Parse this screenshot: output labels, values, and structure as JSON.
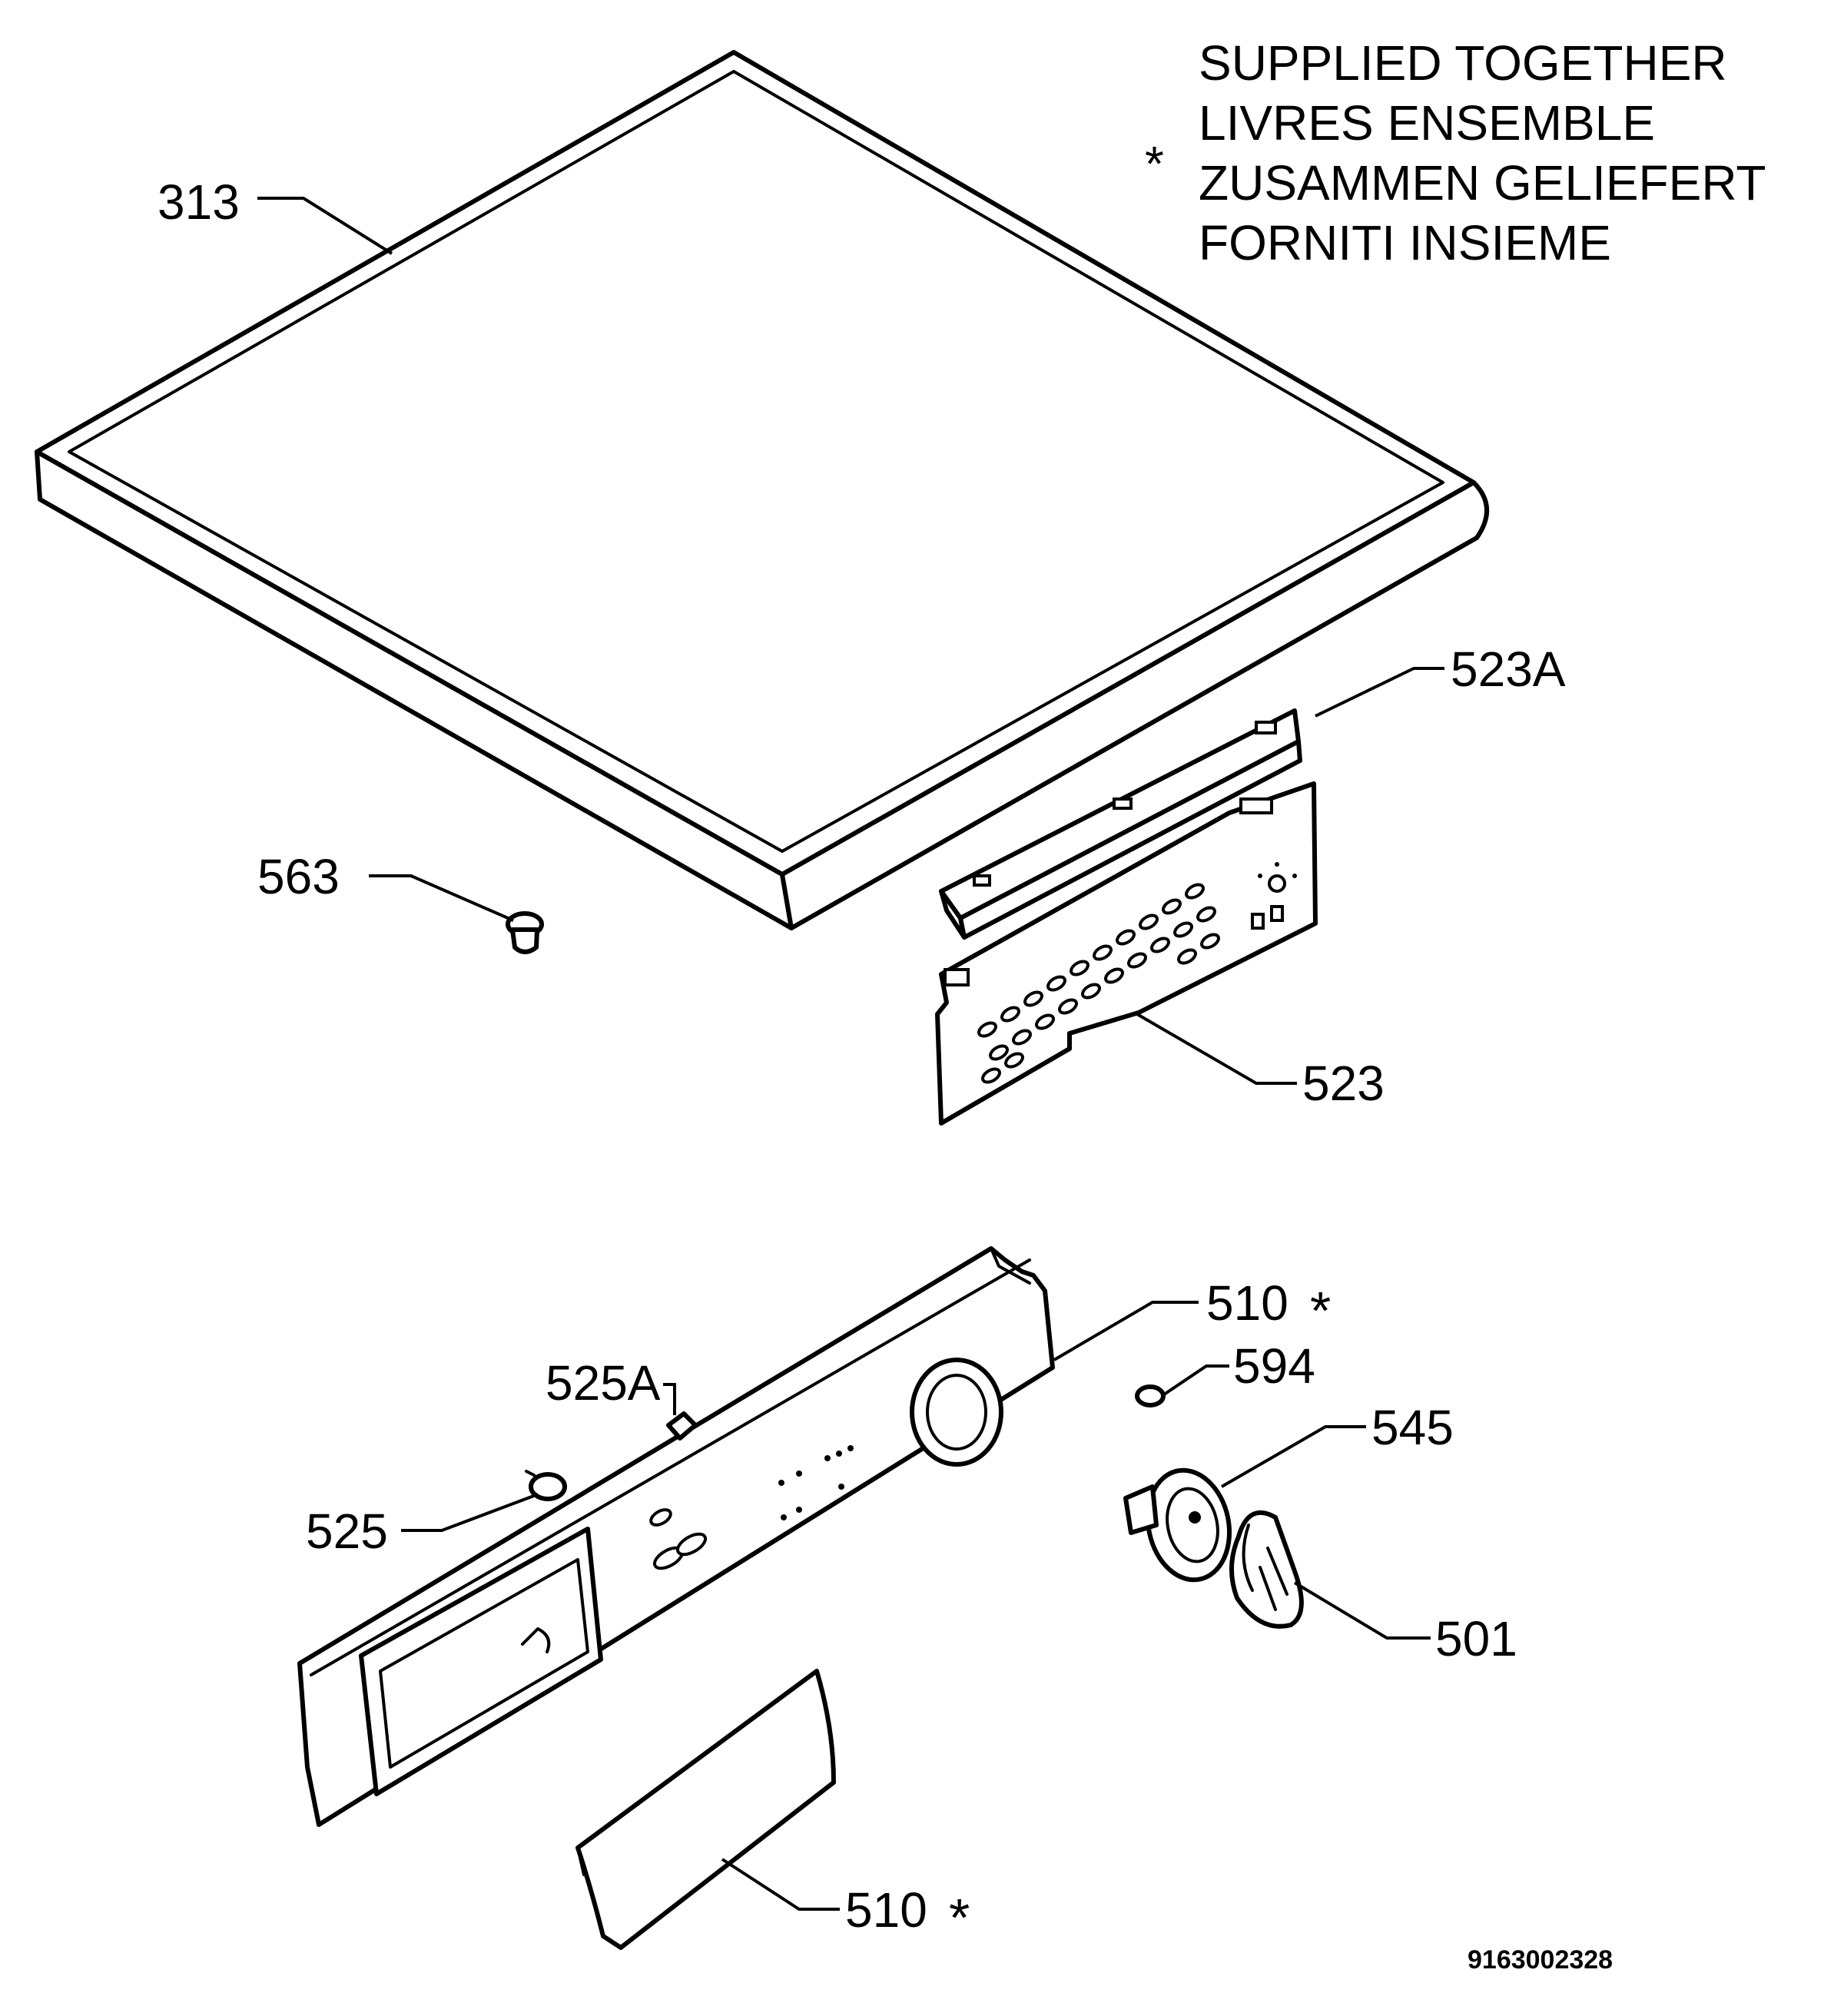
{
  "legend": {
    "symbol": "*",
    "lines": [
      "SUPPLIED TOGETHER",
      "LIVRES ENSEMBLE",
      "ZUSAMMEN GELIEFERT",
      "FORNITI INSIEME"
    ]
  },
  "labels": {
    "top_cover": "313",
    "bracket": "523A",
    "pcb": "523",
    "plug": "563",
    "panel": "510",
    "panel_mark": "*",
    "lens": "594",
    "selector": "545",
    "knob": "501",
    "push_rod": "525A",
    "button": "525",
    "drawer_handle": "510",
    "drawer_handle_mark": "*"
  },
  "drawing_number": "9163002328"
}
